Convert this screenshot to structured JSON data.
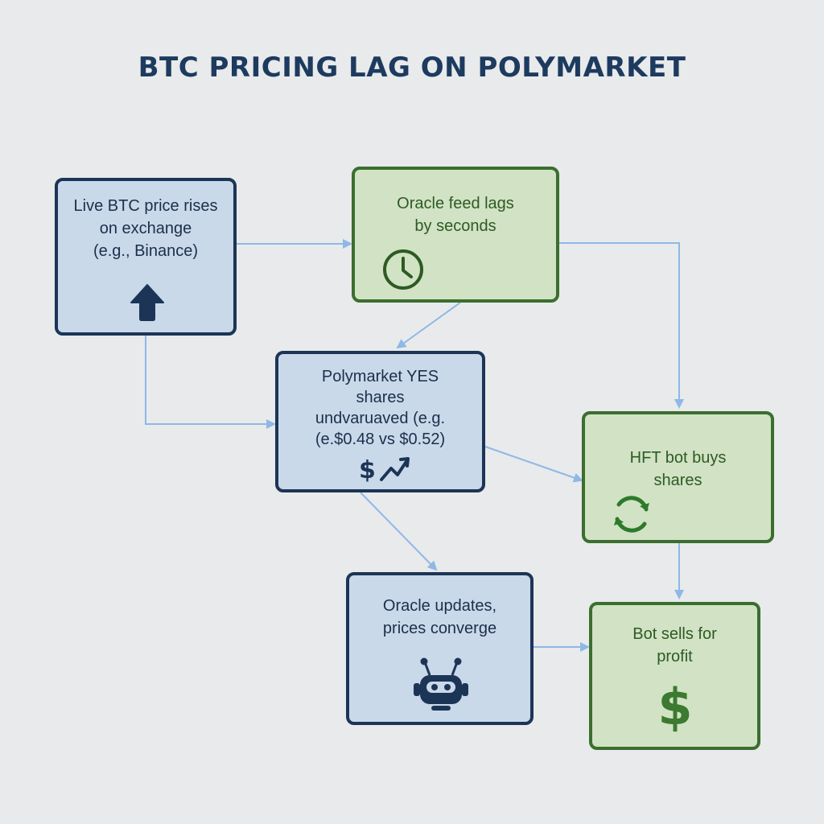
{
  "title": "BTC PRICING LAG ON POLYMARKET",
  "colors": {
    "background": "#e8eaeb",
    "title": "#1d3a5f",
    "blue_fill": "#c9d9ea",
    "blue_border": "#1c3556",
    "green_fill": "#d1e3c4",
    "green_border": "#3b6e2f",
    "arrow": "#8fb8e6"
  },
  "nodes": [
    {
      "id": "live-btc-price",
      "style": "blue",
      "text": "Live BTC price rises\non exchange\n(e.g., Binance)",
      "icon": "arrow-up-icon"
    },
    {
      "id": "oracle-feed-lag",
      "style": "green",
      "text": "Oracle feed lags\nby seconds",
      "icon": "clock-icon"
    },
    {
      "id": "polymarket-shares",
      "style": "blue",
      "text": "Polymarket YES\nshares\nundvaruaved (e.g.\n(e.$0.48 vs $0.52)",
      "icon": "dollar-trend-icon"
    },
    {
      "id": "hft-bot-buys",
      "style": "green",
      "text": "HFT bot buys\nshares",
      "icon": "refresh-icon"
    },
    {
      "id": "oracle-updates",
      "style": "blue",
      "text": "Oracle updates,\nprices converge",
      "icon": "robot-icon"
    },
    {
      "id": "bot-sells",
      "style": "green",
      "text": "Bot sells for\nprofit",
      "icon": "dollar-icon"
    }
  ],
  "edges": [
    {
      "from": "live-btc-price",
      "to": "oracle-feed-lag"
    },
    {
      "from": "live-btc-price",
      "to": "polymarket-shares"
    },
    {
      "from": "oracle-feed-lag",
      "to": "polymarket-shares"
    },
    {
      "from": "oracle-feed-lag",
      "to": "hft-bot-buys"
    },
    {
      "from": "polymarket-shares",
      "to": "hft-bot-buys"
    },
    {
      "from": "polymarket-shares",
      "to": "oracle-updates"
    },
    {
      "from": "hft-bot-buys",
      "to": "bot-sells"
    },
    {
      "from": "oracle-updates",
      "to": "bot-sells"
    }
  ]
}
